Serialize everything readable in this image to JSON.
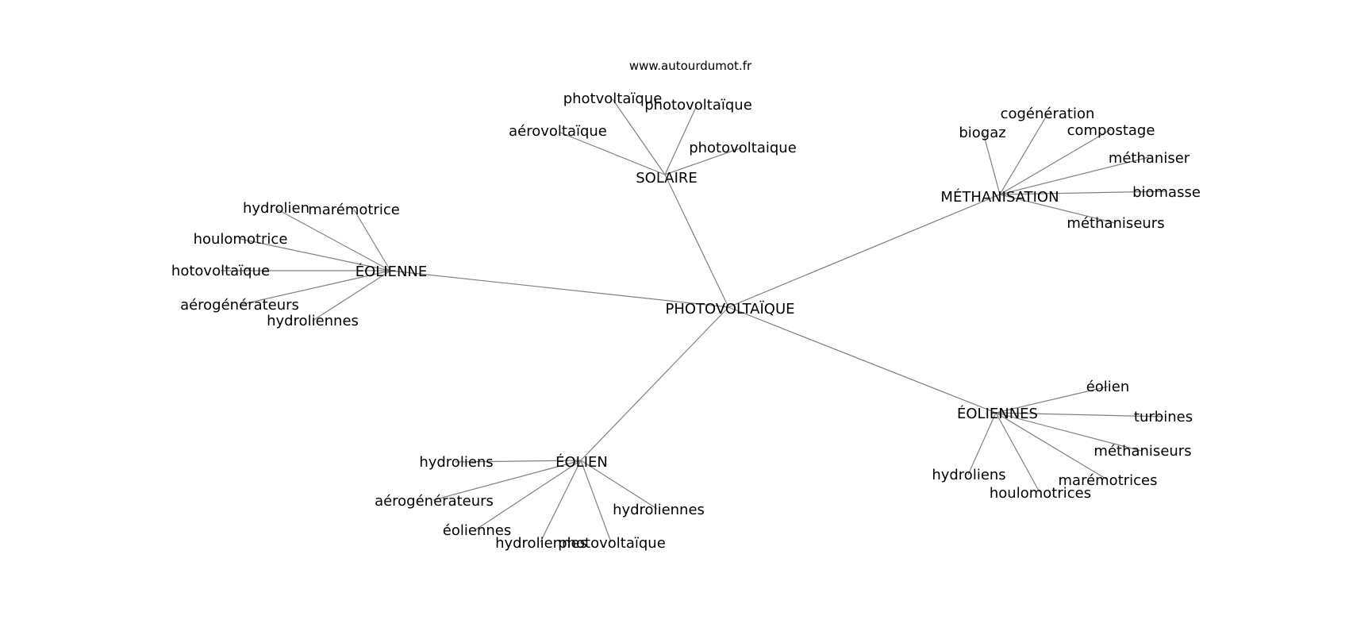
{
  "credit": "www.autourdumot.fr",
  "nodes": {
    "center": "PHOTOVOLTAÏQUE",
    "solaire": "SOLAIRE",
    "s1": "photvoltaïque",
    "s2": "photovoltaïque",
    "s3": "aérovoltaïque",
    "s4": "photovoltaique",
    "methanisation": "MÉTHANISATION",
    "m1": "cogénération",
    "m2": "biogaz",
    "m3": "compostage",
    "m4": "méthaniser",
    "m5": "biomasse",
    "m6": "méthaniseurs",
    "eolienne": "ÉOLIENNE",
    "e1": "hydrolien",
    "e2": "marémotrice",
    "e3": "houlomotrice",
    "e4": "hotovoltaïque",
    "e5": "aérogénérateurs",
    "e6": "hydroliennes",
    "eoliennes": "ÉOLIENNES",
    "n1": "éolien",
    "n2": "turbines",
    "n3": "méthaniseurs",
    "n4": "marémotrices",
    "n5": "hydroliens",
    "n6": "houlomotrices",
    "eolien": "ÉOLIEN",
    "o1": "hydroliens",
    "o2": "aérogénérateurs",
    "o3": "éoliennes",
    "o4": "hydroliennes",
    "o5": "hydroliennes",
    "o6": "photovoltaïque"
  }
}
